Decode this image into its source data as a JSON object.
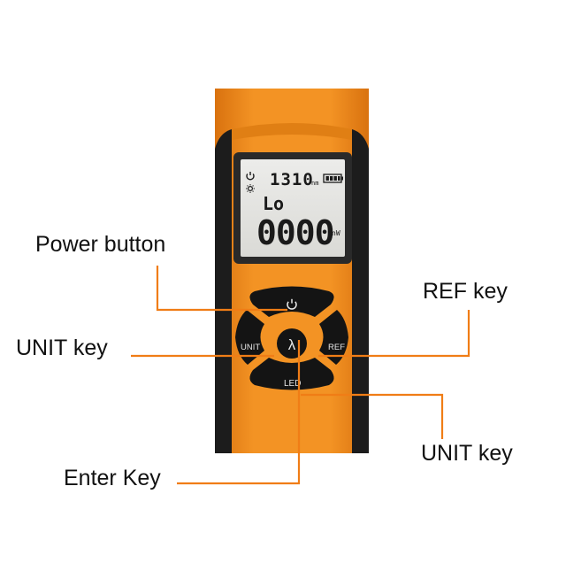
{
  "device": {
    "colors": {
      "body": "#f08a1c",
      "body_dark": "#c4620a",
      "grip": "#1c1c1c",
      "lcd_bg": "#e4e4e0",
      "keypad": "#141414",
      "leader": "#f07d16"
    },
    "display": {
      "power_icon": "power-icon",
      "light_icon": "sun-icon",
      "wavelength": "1310",
      "wavelength_unit": "nm",
      "battery_icon": "battery-icon",
      "mode": "Lo",
      "reading": "0000",
      "reading_unit": "nW"
    },
    "keys": {
      "unit": "UNIT",
      "ref": "REF",
      "led": "LED",
      "power_icon": "power-icon",
      "enter_symbol": "λ"
    }
  },
  "callouts": {
    "power_button": "Power button",
    "ref_key": "REF key",
    "unit_key_left": "UNIT key",
    "unit_key_right": "UNIT key",
    "enter_key": "Enter Key"
  }
}
